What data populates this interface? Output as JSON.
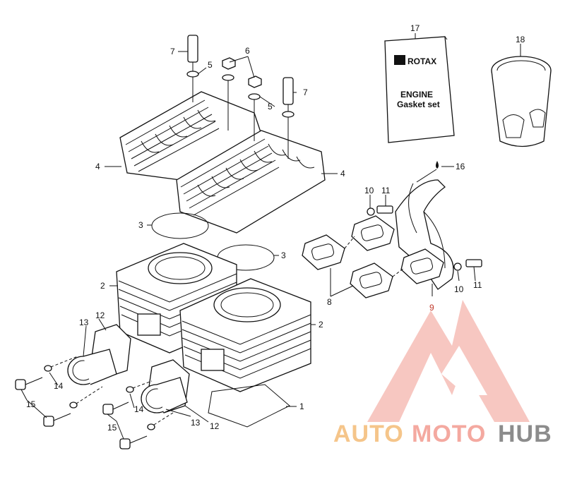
{
  "labels": [
    {
      "id": "l1",
      "text": "1"
    },
    {
      "id": "l2a",
      "text": "2"
    },
    {
      "id": "l2b",
      "text": "2"
    },
    {
      "id": "l3a",
      "text": "3"
    },
    {
      "id": "l3b",
      "text": "3"
    },
    {
      "id": "l4a",
      "text": "4"
    },
    {
      "id": "l4b",
      "text": "4"
    },
    {
      "id": "l5a",
      "text": "5"
    },
    {
      "id": "l5b",
      "text": "5"
    },
    {
      "id": "l6",
      "text": "6"
    },
    {
      "id": "l7a",
      "text": "7"
    },
    {
      "id": "l7b",
      "text": "7"
    },
    {
      "id": "l8",
      "text": "8"
    },
    {
      "id": "l9",
      "text": "9"
    },
    {
      "id": "l10a",
      "text": "10"
    },
    {
      "id": "l10b",
      "text": "10"
    },
    {
      "id": "l11a",
      "text": "11"
    },
    {
      "id": "l11b",
      "text": "11"
    },
    {
      "id": "l12a",
      "text": "12"
    },
    {
      "id": "l12b",
      "text": "12"
    },
    {
      "id": "l13a",
      "text": "13"
    },
    {
      "id": "l13b",
      "text": "13"
    },
    {
      "id": "l14a",
      "text": "14"
    },
    {
      "id": "l14b",
      "text": "14"
    },
    {
      "id": "l15a",
      "text": "15"
    },
    {
      "id": "l15b",
      "text": "15"
    },
    {
      "id": "l16",
      "text": "16"
    },
    {
      "id": "l17",
      "text": "17"
    },
    {
      "id": "l18",
      "text": "18"
    }
  ],
  "gasket_book": {
    "brand": "ROTAX",
    "line1": "ENGINE",
    "line2": "Gasket set"
  },
  "watermark": {
    "part1": "AUTO",
    "part2": "MOTO",
    "part3": "HUB",
    "color1": "#f5c58a",
    "color2": "#f4a9a0",
    "color3": "#8c8c8c"
  }
}
